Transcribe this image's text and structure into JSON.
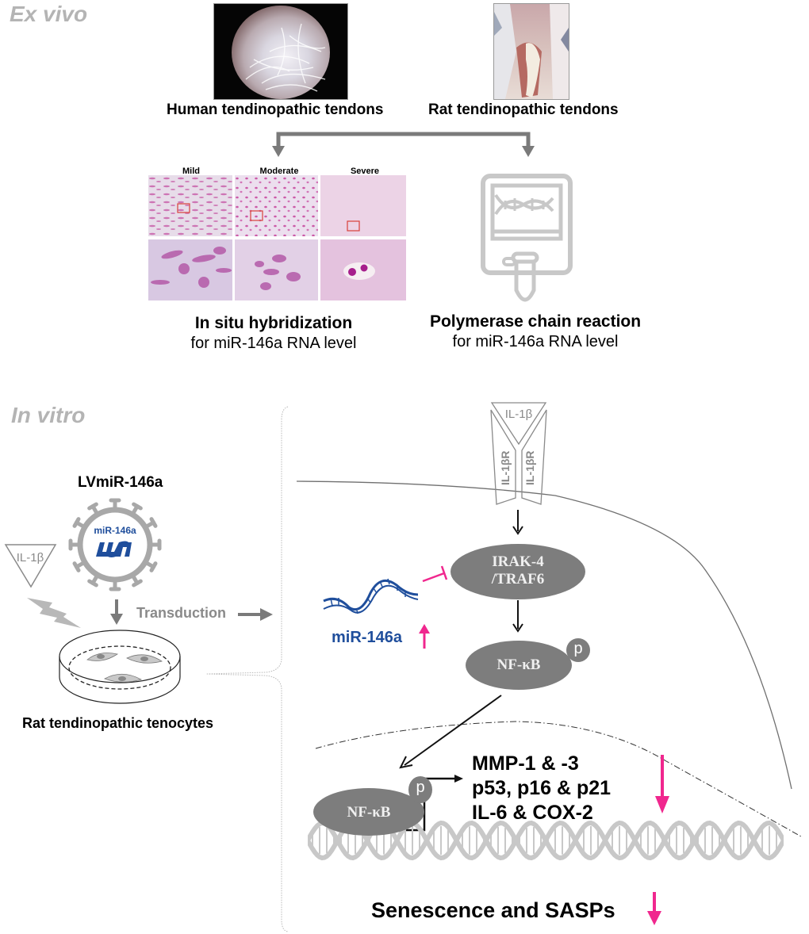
{
  "sections": {
    "ex_vivo": "Ex vivo",
    "in_vitro": "In vitro"
  },
  "ex_vivo": {
    "human_caption": "Human tendinopathic tendons",
    "rat_caption": "Rat tendinopathic tendons",
    "histology_grades": [
      "Mild",
      "Moderate",
      "Severe"
    ],
    "ish_title": "In situ hybridization",
    "ish_sub": "for miR-146a RNA level",
    "pcr_title": "Polymerase chain reaction",
    "pcr_sub": "for miR-146a RNA level"
  },
  "in_vitro": {
    "vector_label": "LVmiR-146a",
    "vector_inner_label": "miR-146a",
    "il1b_ligand": "IL-1β",
    "transduction_label": "Transduction",
    "dish_caption": "Rat tendinopathic tenocytes",
    "receptor_ligand": "IL-1β",
    "receptor_left": "IL-1βR",
    "receptor_right": "IL-1βR",
    "irak_line1": "IRAK-4",
    "irak_line2": "/TRAF6",
    "nfkb_cyto": "NF-κB",
    "nfkb_nuclear": "NF-κB",
    "phospho_label": "p",
    "mirna_label": "miR-146a",
    "target_genes": [
      "MMP-1 & -3",
      "p53, p16 & p21",
      "IL-6 & COX-2"
    ],
    "outcome": "Senescence and SASPs"
  },
  "colors": {
    "section_gray": "#b4b4b4",
    "arrow_gray": "#7a7a7a",
    "protein_gray": "#7d7d7d",
    "mirna_blue": "#1f4e9c",
    "down_up_pink": "#f0278e",
    "icon_light_gray": "#c8c8c8"
  }
}
